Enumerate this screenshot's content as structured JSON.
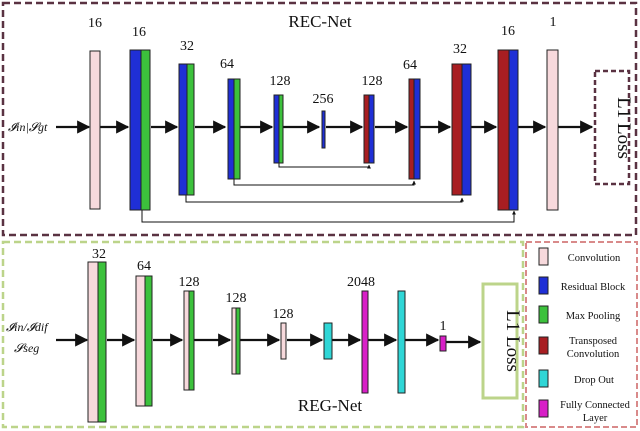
{
  "colors": {
    "convolution": "#f7d9dc",
    "residual": "#1f2fd6",
    "pooling": "#3cc13c",
    "transposed": "#a81e22",
    "dropout": "#2fd6d6",
    "fc": "#d81fc7",
    "rec_frame": "#5a3242",
    "reg_frame": "#bcd48a",
    "legend_frame": "#d98a8a"
  },
  "rec_net": {
    "title": "REC-Net",
    "input": "𝓘in|𝓢gt",
    "loss": "L1 Loss",
    "layer_labels": [
      "16",
      "16",
      "32",
      "64",
      "128",
      "256",
      "128",
      "64",
      "32",
      "16",
      "1"
    ]
  },
  "reg_net": {
    "title": "REG-Net",
    "input_line1": "𝓘in/𝓘dif",
    "input_line2": "𝓢seg",
    "loss": "L1 Loss",
    "layer_labels": [
      "32",
      "64",
      "128",
      "128",
      "128",
      "2048",
      "1"
    ]
  },
  "legend": {
    "items": [
      {
        "key": "convolution",
        "label": "Convolution"
      },
      {
        "key": "residual",
        "label": "Residual Block"
      },
      {
        "key": "pooling",
        "label": "Max Pooling"
      },
      {
        "key": "transposed",
        "label_line1": "Transposed",
        "label_line2": "Convolution"
      },
      {
        "key": "dropout",
        "label": "Drop Out"
      },
      {
        "key": "fc",
        "label_line1": "Fully Connected",
        "label_line2": "Layer"
      }
    ]
  }
}
